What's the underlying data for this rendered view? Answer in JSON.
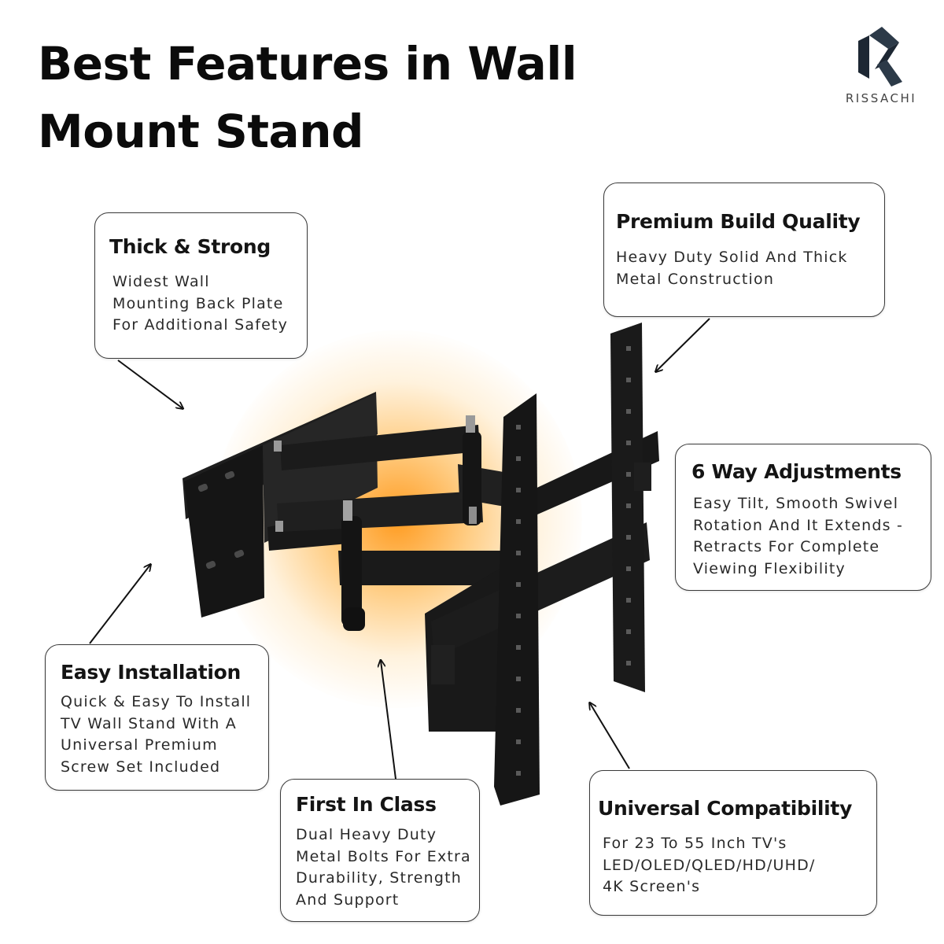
{
  "headline": {
    "line1": "Best Features in Wall",
    "line2": "Mount Stand"
  },
  "brand": {
    "name": "RISSACHI",
    "logo_icon": "r-logo-icon"
  },
  "accent_glow_color": "#ff9a1a",
  "features": {
    "thick_strong": {
      "title": "Thick & Strong",
      "lines": [
        "Widest Wall",
        "Mounting Back Plate",
        "For Additional Safety"
      ]
    },
    "premium_build": {
      "title": "Premium Build Quality",
      "lines": [
        "Heavy Duty Solid And Thick",
        "Metal Construction"
      ]
    },
    "six_way": {
      "title": "6 Way Adjustments",
      "lines": [
        "Easy Tilt, Smooth Swivel",
        "Rotation And It Extends -",
        "Retracts For Complete",
        "Viewing Flexibility"
      ]
    },
    "easy_installation": {
      "title": "Easy Installation",
      "lines": [
        "Quick & Easy To Install",
        "TV Wall Stand With A",
        "Universal Premium",
        "Screw Set Included"
      ]
    },
    "first_in_class": {
      "title": "First In Class",
      "lines": [
        "Dual Heavy Duty",
        "Metal Bolts For Extra",
        "Durability, Strength",
        "And Support"
      ]
    },
    "universal": {
      "title": "Universal Compatibility",
      "lines": [
        "For 23 To 55 Inch TV's",
        "LED/OLED/QLED/HD/UHD/",
        "4K Screen's"
      ]
    }
  }
}
